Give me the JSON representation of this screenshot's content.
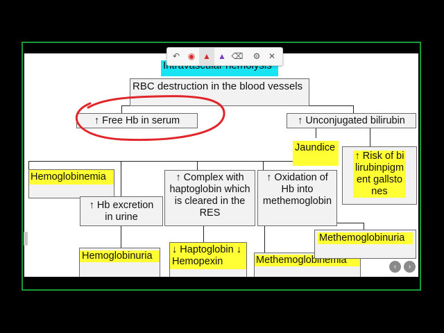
{
  "toolbar": {
    "undo_icon": "↶",
    "record_icon": "◉",
    "pen_icon": "▲",
    "highlighter_icon": "▲",
    "eraser_icon": "⌫",
    "settings_icon": "⚙",
    "close_icon": "✕",
    "pen_color": "#d22b2b",
    "highlighter_color": "#7a3fc0"
  },
  "diagram": {
    "root": "Intravascular hemolysis",
    "rbc_destruction": "RBC destruction in the blood vessels",
    "free_hb": "↑ Free Hb in serum",
    "unconj_bilirubin": "↑ Unconjugated bilirubin",
    "jaundice": "Jaundice",
    "gallstones": "↑ Risk of bilirubinpigment gallstones",
    "hemoglobinemia": "Hemoglobinemia",
    "hb_excretion": "↑ Hb excretion in urine",
    "haptoglobin_complex": "↑ Complex with haptoglobin which is cleared in the RES",
    "oxidation": "↑ Oxidation of Hb into methemoglobin",
    "hemoglobinuria": "Hemoglobinuria",
    "haptoglobin_hemopexin": "↓ Haptoglobin ↓ Hemopexin",
    "methemoglobinuria": "Methemoglobinuria",
    "methemoglobinemia": "Methemoglobinemia"
  },
  "annotation_color": "#e0262b",
  "nav": {
    "prev": "‹",
    "next": "›"
  }
}
